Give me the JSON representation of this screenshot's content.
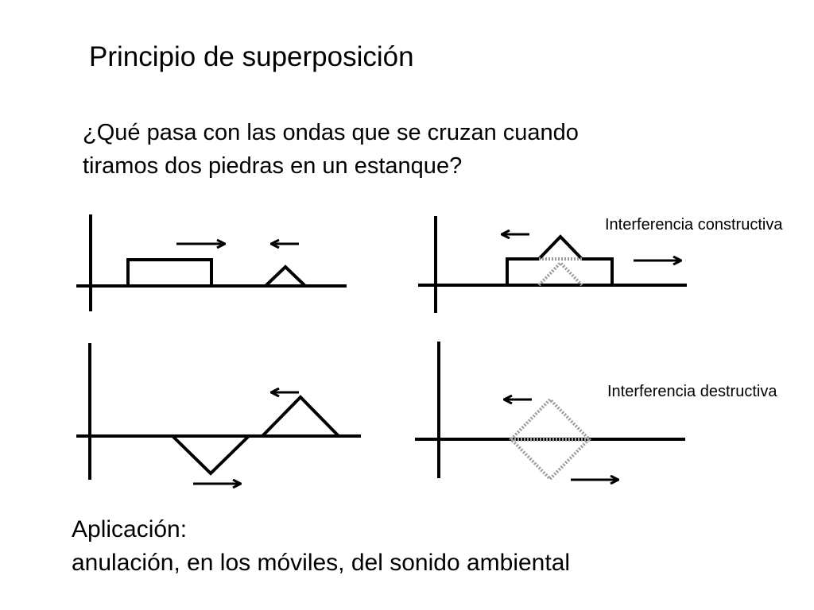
{
  "slide": {
    "title": "Principio de superposición",
    "question_lines": [
      "¿Qué pasa con las ondas que se cruzan cuando",
      "tiramos dos piedras en un estanque?"
    ],
    "labels": {
      "constructive": "Interferencia constructiva",
      "destructive": "Interferencia destructiva"
    },
    "application_lines": [
      "Aplicación:",
      "anulación, en los móviles, del sonido ambiental"
    ]
  },
  "colors": {
    "line": "#000000",
    "dotted": "#9a9a9a"
  }
}
